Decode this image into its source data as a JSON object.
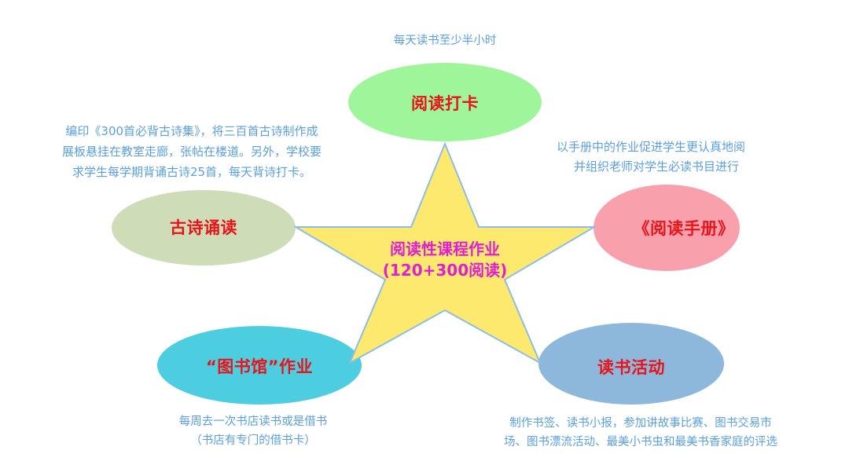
{
  "diagram": {
    "type": "star-radial",
    "colors": {
      "star_fill": "#fde96e",
      "star_stroke": "#8dbde6",
      "node_label_color": "#e8141a",
      "center_label_color": "#e020d0",
      "description_color": "#5a9fe0"
    },
    "center": {
      "line1": "阅读性课程作业",
      "line2": "(120+300阅读)"
    },
    "nodes": {
      "top": {
        "label": "阅读打卡",
        "fill": "#9ef59a",
        "description": [
          "每天读书至少半小时"
        ]
      },
      "left": {
        "label": "古诗诵读",
        "fill": "#cfdcb8",
        "description": [
          "编印《300首必背古诗集》，将三百首古诗制作成",
          "展板悬挂在教室走廊，张帖在楼道。另外，学校要",
          "求学生每学期背诵古诗25首，每天背诗打卡。"
        ]
      },
      "right": {
        "label": "《阅读手册》",
        "fill": "#f8a0ac",
        "description": [
          "以手册中的作业促进学生更认真地阅",
          "并组织老师对学生必读书目进行"
        ]
      },
      "bottom_left": {
        "label": "“图书馆”作业",
        "fill": "#4dcde0",
        "description": [
          "每周去一次书店读书或是借书",
          "（书店有专门的借书卡）"
        ]
      },
      "bottom_right": {
        "label": "读书活动",
        "fill": "#8db8dc",
        "description": [
          "制作书签、读书小报，参加讲故事比赛、图书交易市",
          "场、图书漂流活动、最美小书虫和最美书香家庭的评选"
        ]
      }
    }
  }
}
